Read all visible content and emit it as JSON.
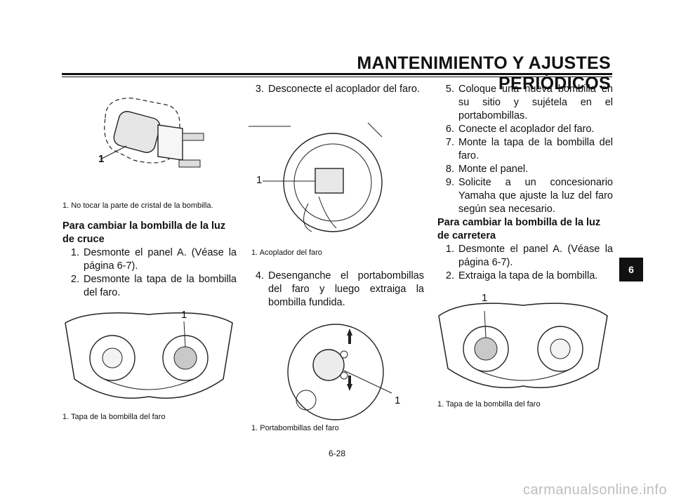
{
  "header": {
    "title": "MANTENIMIENTO Y AJUSTES PERIÓDICOS"
  },
  "figure_callout": "1",
  "col1": {
    "caption_bulb": "1. No tocar la parte de cristal de la bombilla.",
    "subhead": "Para cambiar la bombilla de la luz de cruce",
    "steps": [
      {
        "num": "1.",
        "text": "Desmonte el panel A. (Véase la página 6-7)."
      },
      {
        "num": "2.",
        "text": "Desmonte la tapa de la bombilla del faro."
      }
    ],
    "caption_cover": "1. Tapa de la bombilla del faro"
  },
  "col2": {
    "steps": [
      {
        "num": "3.",
        "text": "Desconecte el acoplador del faro."
      },
      {
        "num": "4.",
        "text": "Desenganche el portabombillas del faro y luego extraiga la bombilla fundida."
      }
    ],
    "caption_coupler": "1. Acoplador del faro",
    "caption_holder": "1. Portabombillas del faro"
  },
  "col3": {
    "steps": [
      {
        "num": "5.",
        "text": "Coloque una nueva bombilla en su sitio y sujétela en el portabombillas."
      },
      {
        "num": "6.",
        "text": "Conecte el acoplador del faro."
      },
      {
        "num": "7.",
        "text": "Monte la tapa de la bombilla del faro."
      },
      {
        "num": "8.",
        "text": "Monte el panel."
      },
      {
        "num": "9.",
        "text": "Solicite a un concesionario Yamaha que ajuste la luz del faro según sea necesario."
      }
    ],
    "subhead": "Para cambiar la bombilla de la luz de carretera",
    "steps2": [
      {
        "num": "1.",
        "text": "Desmonte el panel A. (Véase la página 6-7)."
      },
      {
        "num": "2.",
        "text": "Extraiga la tapa de la bombilla."
      }
    ],
    "caption_cover": "1. Tapa de la bombilla del faro"
  },
  "tab": "6",
  "page_number": "6-28",
  "watermark": "carmanualsonline.info"
}
